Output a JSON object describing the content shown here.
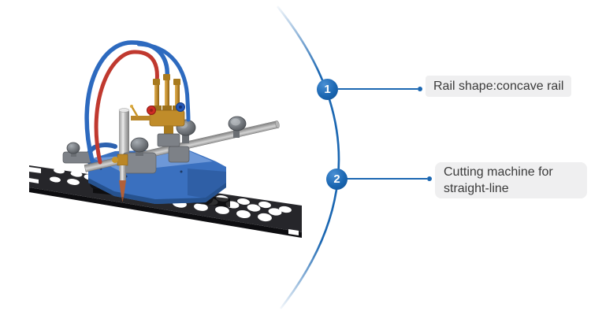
{
  "callouts": [
    {
      "number": "1",
      "label": "Rail shape:concave rail"
    },
    {
      "number": "2",
      "label": "Cutting machine for straight-line"
    }
  ],
  "product": {
    "image_alt": "blue straight-line gas cutting machine riding on a black perforated concave rail"
  },
  "colors": {
    "accent_blue": "#1b67b2",
    "badge_gradient_light": "#4a8fd4",
    "badge_gradient_dark": "#0f4f93",
    "label_background": "#efeff0",
    "label_text": "#3b3b3b",
    "machine_body_blue": "#3a70bf",
    "machine_body_light": "#6d98d8",
    "machine_body_dark": "#26528f",
    "rail_black": "#26262a",
    "hose_red": "#c0392f",
    "hose_blue": "#2d6abf",
    "brass": "#c08c2a",
    "copper_tip": "#b26038",
    "chrome": "#c8c8c8",
    "knob_gray": "#6b6f74"
  }
}
